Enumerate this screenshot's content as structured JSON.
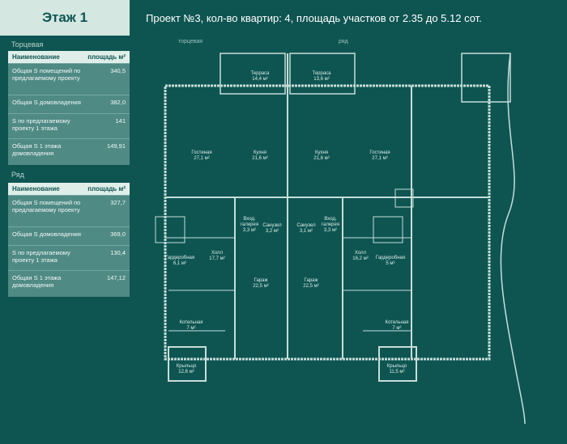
{
  "floor_title": "Этаж 1",
  "project_title": "Проект №3, кол-во квартир: 4, площадь участков от 2.35 до 5.12 сот.",
  "plan_labels": {
    "end_section": "торцевая",
    "row_section": "ряд"
  },
  "end_section": {
    "heading": "Торцевая",
    "table": {
      "col_name": "Наименование",
      "col_area": "площадь м²",
      "rows": [
        {
          "label": "Общая S помещений по предлагаемому проекту",
          "value": "340,5"
        },
        {
          "label": "Общая S домовладения",
          "value": "382,0"
        },
        {
          "label": "S по предлагаемому проекту 1 этажа",
          "value": "141"
        },
        {
          "label": "Общая S 1 этажа домовладения",
          "value": "149,91"
        }
      ]
    }
  },
  "row_section": {
    "heading": "Ряд",
    "table": {
      "col_name": "Наименование",
      "col_area": "площадь м²",
      "rows": [
        {
          "label": "Общая S помещений по предлагаемому проекту",
          "value": "327,7"
        },
        {
          "label": "Общая S домовладения",
          "value": "369,0"
        },
        {
          "label": "S по предлагаемому проекту 1 этажа",
          "value": "130,4"
        },
        {
          "label": "Общая S 1 этажа домовладения",
          "value": "147,12"
        }
      ]
    }
  },
  "rooms": [
    {
      "name": "Терраса",
      "area": "14,4 м²"
    },
    {
      "name": "Терраса",
      "area": "13,6 м²"
    },
    {
      "name": "Гостиная",
      "area": "27,1 м²"
    },
    {
      "name": "Кухня",
      "area": "21,6 м²"
    },
    {
      "name": "Кухня",
      "area": "21,6 м²"
    },
    {
      "name": "Гостиная",
      "area": "27,1 м²"
    },
    {
      "name": "Вход. галерея",
      "area": "3,3 м²"
    },
    {
      "name": "Санузел",
      "area": "3,2 м²"
    },
    {
      "name": "Санузел",
      "area": "3,1 м²"
    },
    {
      "name": "Вход. галерея",
      "area": "3,3 м²"
    },
    {
      "name": "Гардеробная",
      "area": "6,1 м²"
    },
    {
      "name": "Холл",
      "area": "17,7 м²"
    },
    {
      "name": "Холл",
      "area": "16,2 м²"
    },
    {
      "name": "Гардеробная",
      "area": "5 м²"
    },
    {
      "name": "Гараж",
      "area": "22,5 м²"
    },
    {
      "name": "Гараж",
      "area": "22,5 м²"
    },
    {
      "name": "Котельная",
      "area": "7 м²"
    },
    {
      "name": "Котельная",
      "area": "7 м²"
    },
    {
      "name": "Крыльцо",
      "area": "12,6 м²"
    },
    {
      "name": "Крыльцо",
      "area": "11,5 м²"
    }
  ],
  "colors": {
    "background": "#0e5552",
    "panel": "#4f8a84",
    "header": "#e0eee9",
    "lines": "#c7ddd8"
  }
}
